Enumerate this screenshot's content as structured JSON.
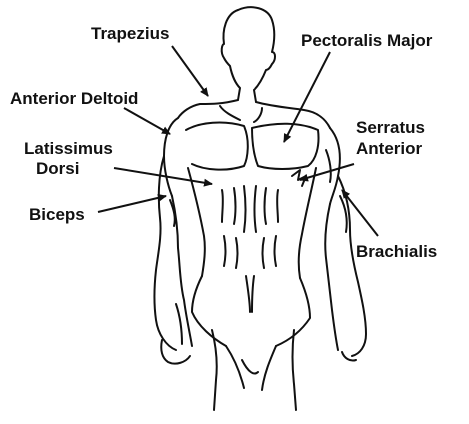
{
  "labels": {
    "trapezius": "Trapezius",
    "pectoralis_major": "Pectoralis Major",
    "anterior_deltoid": "Anterior Deltoid",
    "latissimus_line1": "Latissimus",
    "latissimus_line2": "Dorsi",
    "serratus_line1": "Serratus",
    "serratus_line2": "Anterior",
    "biceps": "Biceps",
    "brachialis": "Brachialis"
  }
}
